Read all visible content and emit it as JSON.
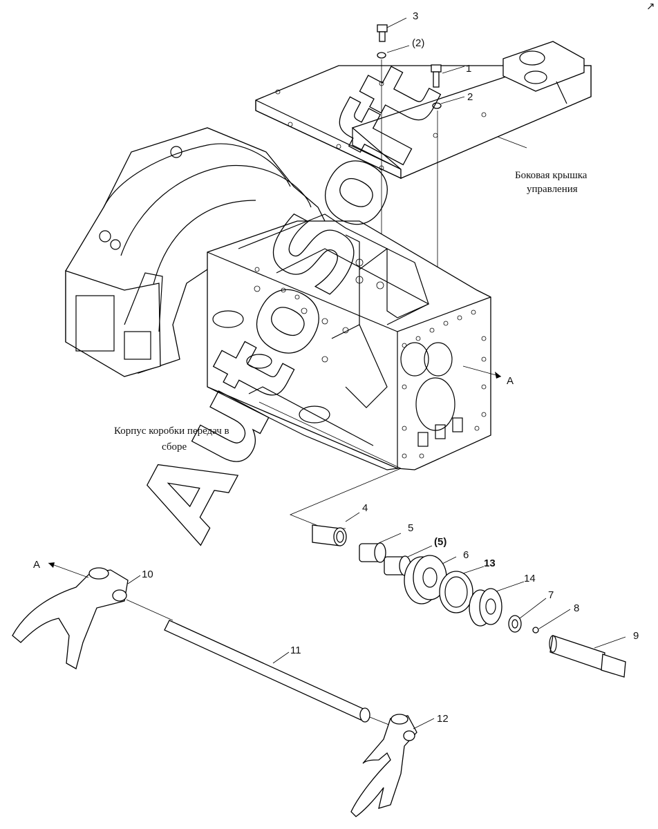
{
  "labels": {
    "cover": [
      "Боковая крышка",
      "управления"
    ],
    "housing": [
      "Корпус коробки передач в",
      "сборе"
    ]
  },
  "callouts": {
    "c1": "1",
    "c2": "2",
    "c2p": "(2)",
    "c3": "3",
    "c4": "4",
    "c5": "5",
    "c5p": "(5)",
    "c6": "6",
    "c7": "7",
    "c8": "8",
    "c9": "9",
    "c10": "10",
    "c11": "11",
    "c12": "12",
    "c13": "13",
    "c14": "14",
    "arrowA1": "A",
    "arrowA2": "A"
  },
  "watermark": "AutoSoft"
}
